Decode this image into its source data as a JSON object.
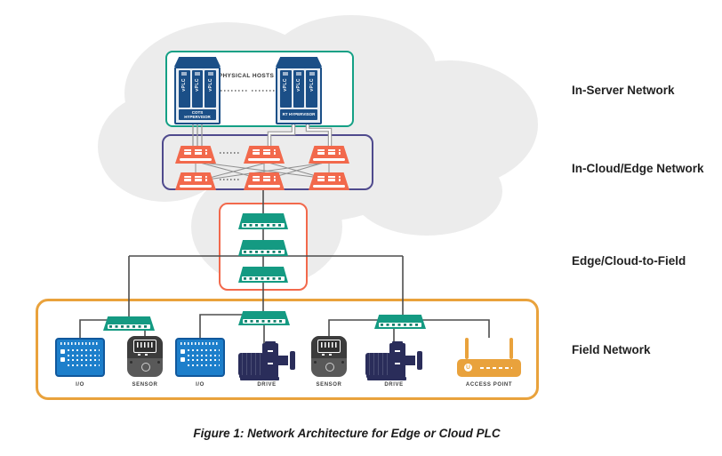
{
  "figure": {
    "caption": "Figure 1: Network Architecture for Edge or Cloud PLC"
  },
  "right_labels": [
    {
      "label": "In-Server Network"
    },
    {
      "label": "In-Cloud/Edge Network"
    },
    {
      "label": "Edge/Cloud-to-Field"
    },
    {
      "label": "Field Network"
    }
  ],
  "in_server_network": {
    "title": "PHYSICAL HOSTS",
    "servers": [
      {
        "blades": [
          "vPLC",
          "vPLC",
          "vPLC"
        ],
        "hypervisor_label": "COTS HYPERVISOR"
      },
      {
        "blades": [
          "vPLC",
          "vPLC",
          "vPLC"
        ],
        "hypervisor_label": "RT HYPERVISOR"
      }
    ]
  },
  "field_network": {
    "devices": [
      {
        "label": "I/O"
      },
      {
        "label": "SENSOR"
      },
      {
        "label": "I/O"
      },
      {
        "label": "DRIVE"
      },
      {
        "label": "SENSOR"
      },
      {
        "label": "DRIVE"
      },
      {
        "label": "ACCESS POINT"
      }
    ],
    "access_point_logo": "U"
  },
  "icons": {
    "cloud": "cloud-shape",
    "orange_switch": "network-switch",
    "green_switch": "rack-switch",
    "server": "blade-server",
    "io": "io-terminal-block",
    "sensor": "sensor-device",
    "drive": "motor-drive",
    "access_point": "wifi-router"
  },
  "colors": {
    "teal": "#14a085",
    "switch_green": "#149a82",
    "coral": "#f2694c",
    "purple": "#4f4a8d",
    "gold": "#e9a23c",
    "server_navy": "#1b4f87",
    "io_blue": "#1d7fcb",
    "drive_navy": "#2a2d5a",
    "cloud_gray": "#ececec",
    "line_gray": "#4d4d4d"
  }
}
